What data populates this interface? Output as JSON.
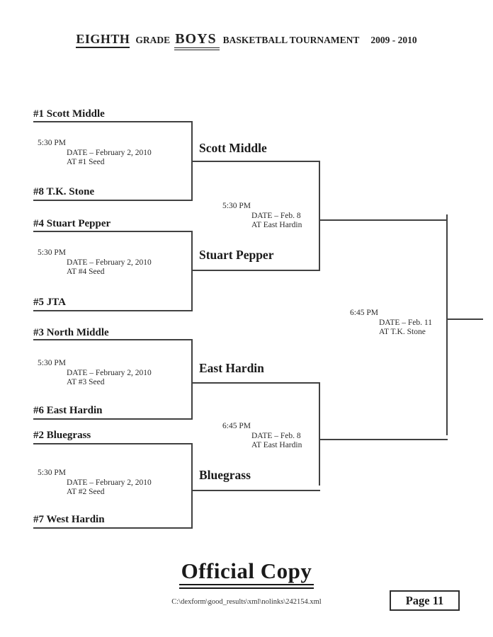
{
  "title": {
    "grade_word": "EIGHTH",
    "grade_label": "GRADE",
    "gender_word": "BOYS",
    "event_label": "BASKETBALL TOURNAMENT",
    "season": "2009 - 2010"
  },
  "bracket": {
    "round1_games": [
      {
        "top_team": "#1 Scott Middle",
        "bottom_team": "#8 T.K. Stone",
        "time": "5:30 PM",
        "date": "DATE – February 2, 2010",
        "venue": "AT #1 Seed",
        "winner": "Scott Middle"
      },
      {
        "top_team": "#4 Stuart Pepper",
        "bottom_team": "#5 JTA",
        "time": "5:30 PM",
        "date": "DATE – February 2, 2010",
        "venue": "AT #4 Seed",
        "winner": "Stuart Pepper"
      },
      {
        "top_team": "#3 North Middle",
        "bottom_team": "#6 East Hardin",
        "time": "5:30 PM",
        "date": "DATE – February 2, 2010",
        "venue": "AT #3 Seed",
        "winner": "East Hardin"
      },
      {
        "top_team": "#2 Bluegrass",
        "bottom_team": "#7 West Hardin",
        "time": "5:30 PM",
        "date": "DATE – February 2, 2010",
        "venue": "AT #2 Seed",
        "winner": "Bluegrass"
      }
    ],
    "semifinal_games": [
      {
        "time": "5:30 PM",
        "date": "DATE – Feb. 8",
        "venue": "AT East Hardin"
      },
      {
        "time": "6:45 PM",
        "date": "DATE – Feb. 8",
        "venue": "AT East Hardin"
      }
    ],
    "championship_game": {
      "time": "6:45 PM",
      "date": "DATE – Feb. 11",
      "venue": "AT T.K. Stone"
    }
  },
  "footer": {
    "stamp": "Official Copy",
    "file_path": "C:\\dexform\\good_results\\xml\\nolinks\\242154.xml",
    "page_label": "Page 11"
  },
  "colors": {
    "text": "#1a1a1a",
    "line": "#414141",
    "background": "#ffffff"
  }
}
